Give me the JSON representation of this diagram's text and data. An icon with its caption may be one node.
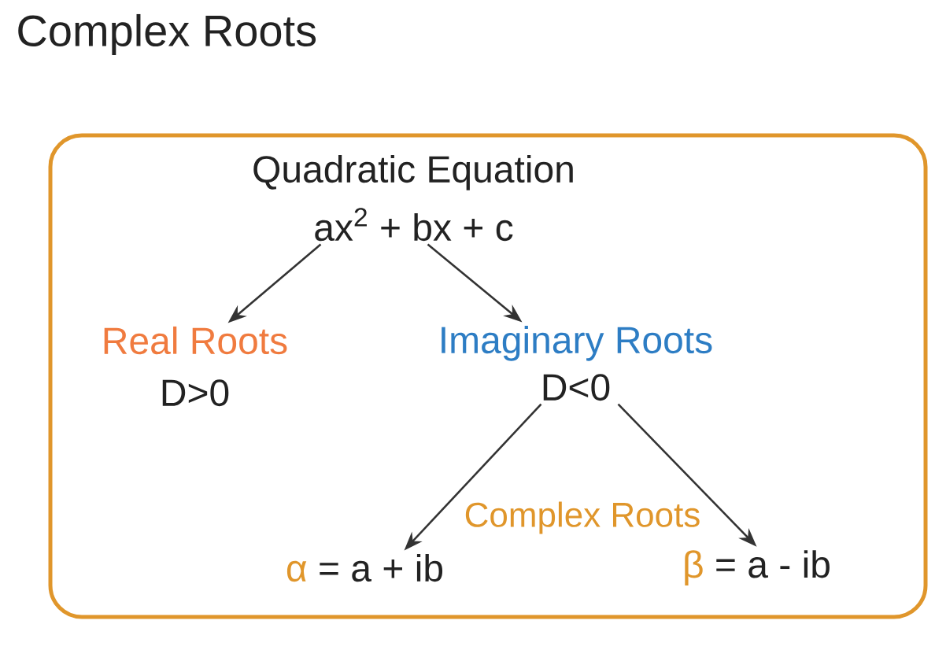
{
  "diagram": {
    "title": "Complex Roots",
    "nodes": [
      {
        "text": [],
        "shape": "box"
      },
      {
        "text": [
          "Quadratic Equation",
          "ax$^{2}$ + bx + c"
        ],
        "in": 0
      },
      {
        "text": [
          "Real Roots",
          "D>0"
        ],
        "in": 0
      },
      {
        "text": [
          "Imaginary Roots",
          "D<0"
        ],
        "in": 0
      },
      {
        "text": [
          "α = a + ib"
        ],
        "in": 0
      },
      {
        "text": [
          "β = a - ib"
        ],
        "in": 0
      }
    ],
    "edges": [
      {
        "from": 1,
        "to": 2,
        "arrow": "to"
      },
      {
        "from": 1,
        "to": 3,
        "arrow": "to"
      },
      {
        "from": 3,
        "to": 4,
        "arrow": "to"
      },
      {
        "from": 3,
        "to": 5,
        "arrow": "to"
      }
    ],
    "labels": [
      "Complex Roots"
    ]
  }
}
